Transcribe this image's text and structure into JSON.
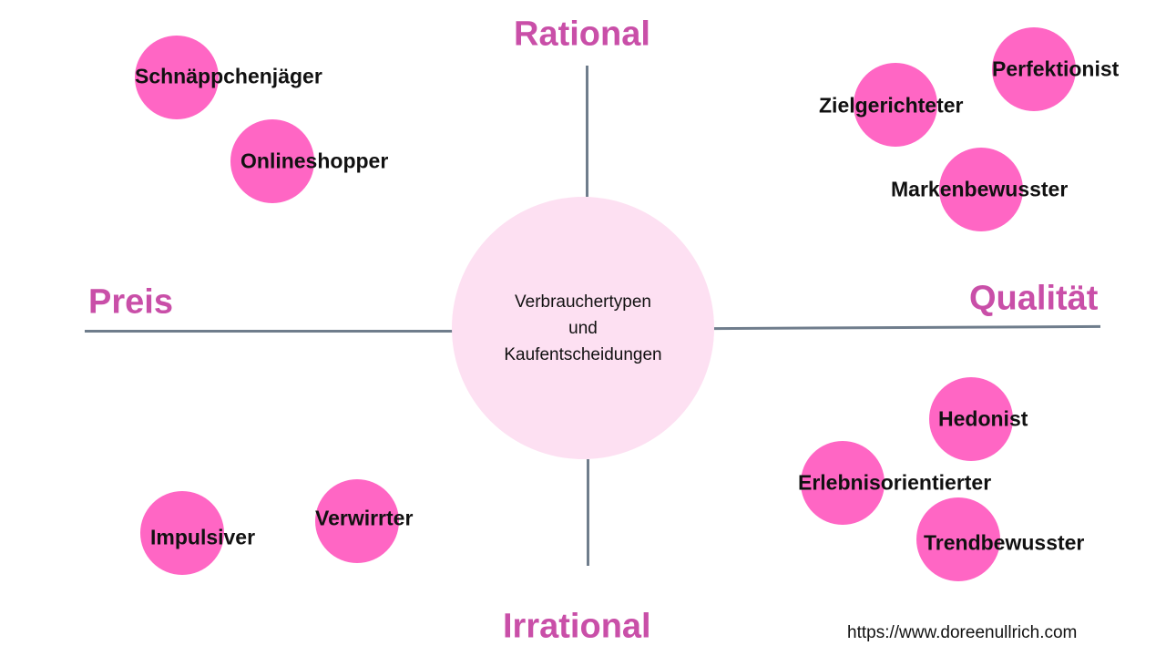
{
  "axes": {
    "top": "Rational",
    "bottom": "Irrational",
    "left": "Preis",
    "right": "Qualität"
  },
  "center": {
    "line1": "Verbrauchertypen",
    "line2": "und",
    "line3": "Kaufentscheidungen"
  },
  "types": {
    "schnaeppchenjaeger": "Schnäppchenjäger",
    "onlineshopper": "Onlineshopper",
    "zielgerichteter": "Zielgerichteter",
    "perfektionist": "Perfektionist",
    "markenbewusster": "Markenbewusster",
    "hedonist": "Hedonist",
    "erlebnisorientierter": "Erlebnisorientierter",
    "trendbewusster": "Trendbewusster",
    "impulsiver": "Impulsiver",
    "verwirrter": "Verwirrter"
  },
  "url": "https://www.doreenullrich.com",
  "colors": {
    "accent": "#c94fa8",
    "bubble": "#ff66c4",
    "center": "#fde0f2",
    "line": "#6f7d8c"
  }
}
